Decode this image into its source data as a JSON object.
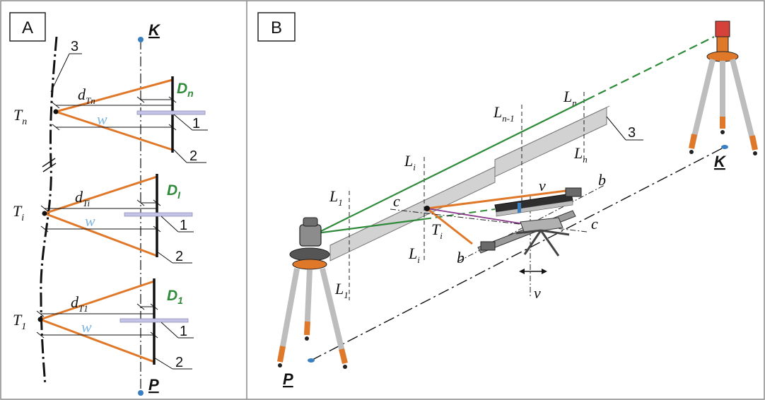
{
  "panels": {
    "A": {
      "tag": "A"
    },
    "B": {
      "tag": "B"
    }
  },
  "colors": {
    "frame": "#8a8a8a",
    "orange": "#e0782a",
    "green": "#2f8a3a",
    "label_w": "#7fb6de",
    "ruler": "#c4c4e6",
    "point_blue": "#3a7fc1",
    "beam": "#c8c8c8"
  },
  "panel_a": {
    "point_k": "K",
    "point_p": "P",
    "curve_label": "3",
    "rows": [
      {
        "t": "T",
        "t_sub": "n",
        "d": "d",
        "d_sub": "Tn",
        "w": "w",
        "D": "D",
        "D_sub": "n",
        "ruler": "1",
        "target": "2"
      },
      {
        "t": "T",
        "t_sub": "i",
        "d": "d",
        "d_sub": "Ti",
        "w": "w",
        "D": "D",
        "D_sub": "I",
        "ruler": "1",
        "target": "2"
      },
      {
        "t": "T",
        "t_sub": "1",
        "d": "d",
        "d_sub": "T1",
        "w": "w",
        "D": "D",
        "D_sub": "1",
        "ruler": "1",
        "target": "2"
      }
    ]
  },
  "panel_b": {
    "point_k": "K",
    "point_p": "P",
    "beam_label": "3",
    "L_letter": "L",
    "L_sub_1": "1",
    "L_sub_i": "i",
    "L_sub_n1": "n-1",
    "L_sub_n": "n",
    "T_letter": "T",
    "T_sub": "i",
    "axis_b": "b",
    "axis_c": "c",
    "axis_v": "v"
  }
}
